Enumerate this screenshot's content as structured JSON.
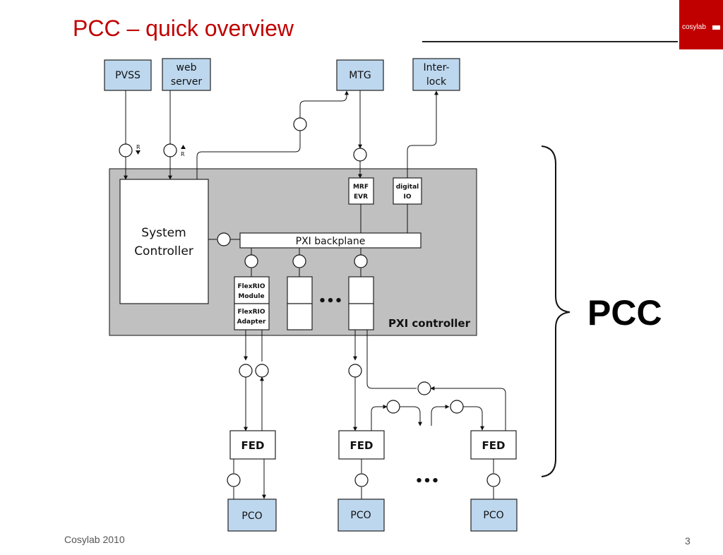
{
  "slide": {
    "title": "PCC – quick overview",
    "footer_left": "Cosylab 2010",
    "page_number": "3",
    "logo_text": "cosylab"
  },
  "colors": {
    "title": "#c00000",
    "logo_bg": "#c00000",
    "external_box_fill": "#bdd7ee",
    "controller_fill": "#c0c0c0"
  },
  "diagram": {
    "external": {
      "pvss": "PVSS",
      "web_server": [
        "web",
        "server"
      ],
      "mtg": "MTG",
      "interlock": [
        "Inter-",
        "lock"
      ]
    },
    "marker_r": "R",
    "controller": {
      "name": "PXI controller",
      "system_controller": [
        "System",
        "Controller"
      ],
      "backplane": "PXI backplane",
      "mrf_evr": [
        "MRF",
        "EVR"
      ],
      "digital_io": [
        "digital",
        "IO"
      ],
      "flexrio_module": [
        "FlexRIO",
        "Module"
      ],
      "flexrio_adapter": [
        "FlexRIO",
        "Adapter"
      ],
      "ellipsis": "•••"
    },
    "fed_label": "FED",
    "pco_label": "PCO",
    "bottom_ellipsis": "•••",
    "bracket_label": "PCC"
  }
}
